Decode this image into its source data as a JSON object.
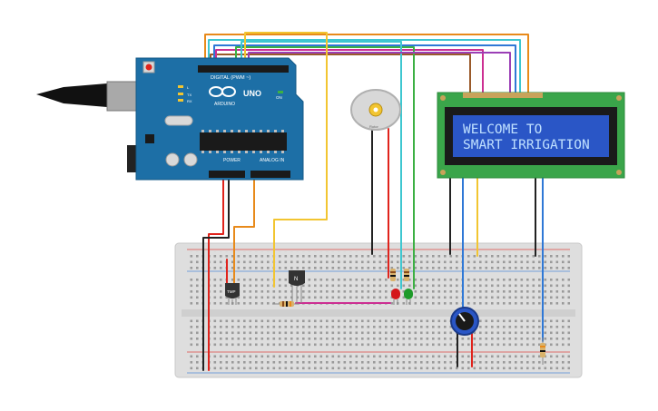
{
  "arduino": {
    "brand": "ARDUINO",
    "model": "UNO",
    "digital_label": "DIGITAL (PWM ~)",
    "power_label": "POWER",
    "analog_label": "ANALOG IN",
    "on_label": "ON",
    "tx_label": "TX",
    "rx_label": "RX",
    "l_label": "L"
  },
  "lcd": {
    "line1": "WELCOME TO",
    "line2": "SMART IRRIGATION"
  },
  "motor": {
    "label": "Rotor"
  },
  "sensor": {
    "label": "TMP"
  },
  "transistor": {
    "label": "N"
  },
  "colors": {
    "board": "#1d6fa6",
    "lcd_pcb": "#3aa54a",
    "lcd_screen": "#2a56c6",
    "lcd_text": "#bfe0ff",
    "wire_red": "#e0231c",
    "wire_black": "#222222",
    "wire_orange": "#e88a1a",
    "wire_yellow": "#f2c531",
    "wire_cyan": "#3ec7d0",
    "wire_blue": "#2f78d6",
    "wire_green": "#3cb043",
    "wire_purple": "#9b3fb6",
    "wire_magenta": "#cc2f92",
    "wire_brown": "#9a5a2a"
  }
}
